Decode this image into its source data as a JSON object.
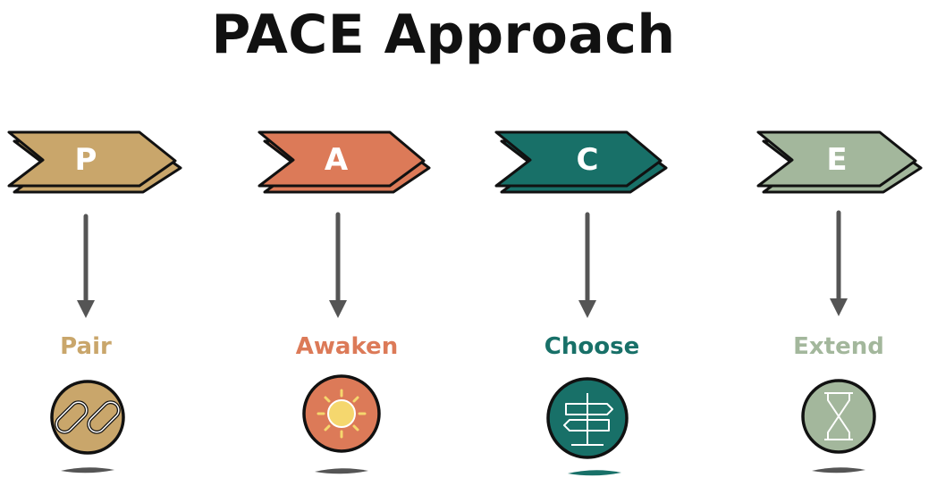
{
  "title": "PACE Approach",
  "steps": [
    {
      "letter": "P",
      "word": "Pair",
      "color": "#c9a66b",
      "icon": "chain-link-icon"
    },
    {
      "letter": "A",
      "word": "Awaken",
      "color": "#dc7a58",
      "icon": "sun-icon"
    },
    {
      "letter": "C",
      "word": "Choose",
      "color": "#187068",
      "icon": "signpost-icon"
    },
    {
      "letter": "E",
      "word": "Extend",
      "color": "#a3b79c",
      "icon": "hourglass-icon"
    }
  ]
}
